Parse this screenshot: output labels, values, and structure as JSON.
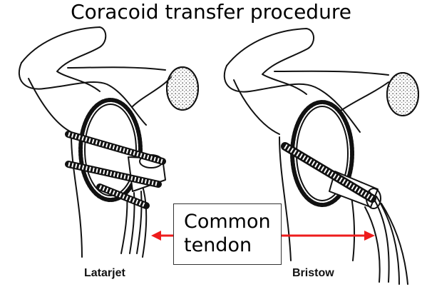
{
  "title": "Coracoid transfer procedure",
  "label": {
    "line1": "Common",
    "line2": "tendon"
  },
  "captions": {
    "left": "Latarjet",
    "right": "Bristow"
  },
  "colors": {
    "arrow": "#ee1c1c",
    "ink": "#111111",
    "bone_texture": "#777777"
  }
}
